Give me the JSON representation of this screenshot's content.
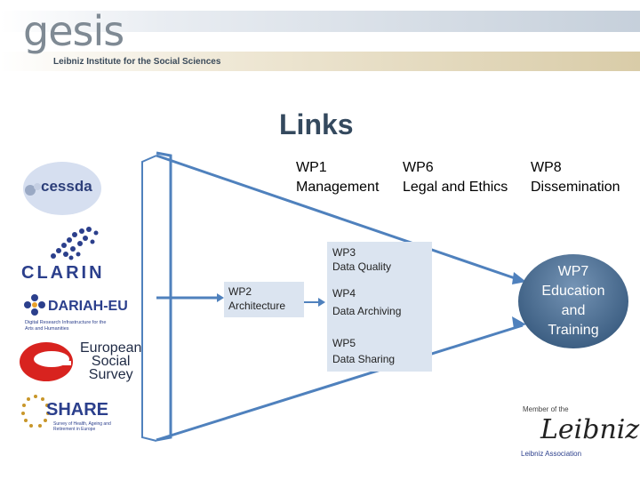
{
  "header": {
    "logo_text": "gesis",
    "subtitle": "Leibniz Institute for the Social Sciences"
  },
  "title": "Links",
  "work_packages": {
    "wp1": {
      "code": "WP1",
      "name": "Management"
    },
    "wp6": {
      "code": "WP6",
      "name": "Legal and Ethics"
    },
    "wp8": {
      "code": "WP8",
      "name": "Dissemination"
    },
    "wp2": {
      "code": "WP2",
      "name": "Architecture"
    },
    "wp3": {
      "code": "WP3",
      "name": "Data Quality"
    },
    "wp4": {
      "code": "WP4",
      "name": "Data Archiving"
    },
    "wp5": {
      "code": "WP5",
      "name": "Data Sharing"
    },
    "wp7": {
      "code": "WP7",
      "line1": "Education",
      "line2": "and",
      "line3": "Training"
    }
  },
  "partners": {
    "cessda": "cessda",
    "clarin": "CLARIN",
    "dariah": "DARIAH-EU",
    "dariah_sub": "Digital Research Infrastructure for the Arts and Humanities",
    "ess_line1": "European",
    "ess_line2": "Social",
    "ess_line3": "Survey",
    "share": "SHARE",
    "share_sub": "Survey of Health, Ageing and Retirement in Europe"
  },
  "leibniz": {
    "member": "Member of the",
    "name": "Leibniz",
    "association": "Leibniz Association"
  },
  "colors": {
    "accent": "#4f81bd",
    "wp7_fill": "#3d5f83",
    "box_fill": "#dbe4f0",
    "title": "#34495e"
  }
}
